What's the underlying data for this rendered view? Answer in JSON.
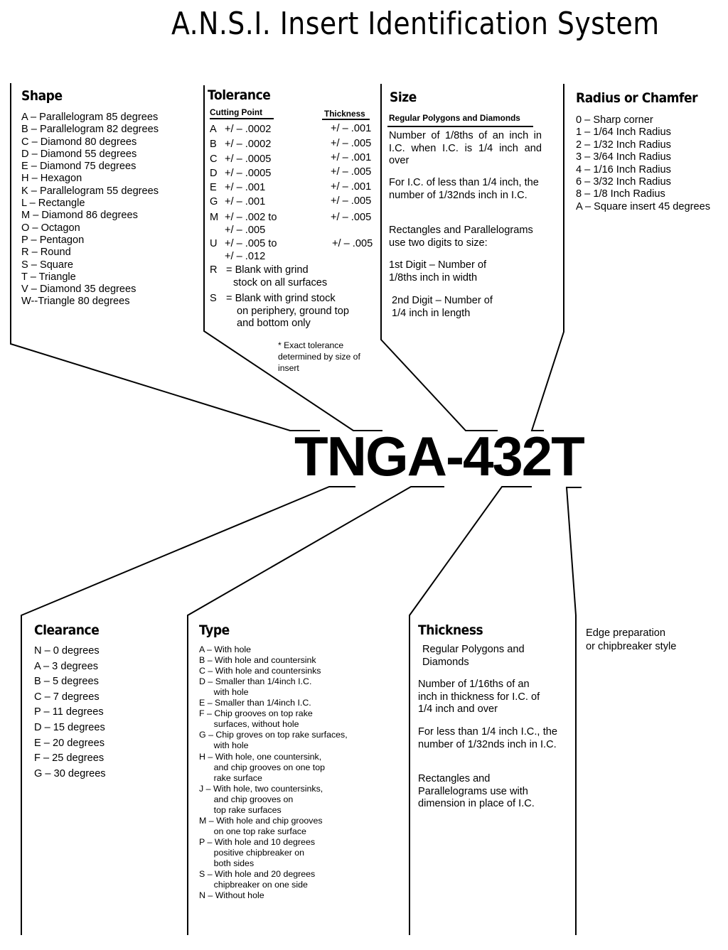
{
  "title": "A.N.S.I. Insert Identification System",
  "code": "TNGA-432T",
  "shape": {
    "header": "Shape",
    "items": [
      "A – Parallelogram 85 degrees",
      "B – Parallelogram 82 degrees",
      "C – Diamond 80 degrees",
      "D – Diamond 55 degrees",
      "E – Diamond 75 degrees",
      "H – Hexagon",
      "K – Parallelogram 55 degrees",
      "L – Rectangle",
      "M – Diamond 86 degrees",
      "O – Octagon",
      "P – Pentagon",
      "R – Round",
      "S – Square",
      "T – Triangle",
      "V – Diamond 35 degrees",
      "W--Triangle  80  degrees"
    ]
  },
  "tolerance": {
    "header": "Tolerance",
    "col1_label": "Cutting Point",
    "col2_label": "Thickness",
    "rows": [
      {
        "letter": "A",
        "cut": "+/ – .0002",
        "thick": "+/ – .001"
      },
      {
        "letter": "B",
        "cut": "+/ – .0002",
        "thick": "+/ – .005"
      },
      {
        "letter": "C",
        "cut": "+/ – .0005",
        "thick": "+/ – .001"
      },
      {
        "letter": "D",
        "cut": "+/ – .0005",
        "thick": "+/ – .005"
      },
      {
        "letter": "E",
        "cut": "+/ – .001",
        "thick": "+/ – .001"
      },
      {
        "letter": "G",
        "cut": "+/ – .001",
        "thick": "+/ – .005"
      },
      {
        "letter": "M",
        "cut": "+/ – .002 to",
        "cut2": "+/ – .005",
        "thick": "+/ – .005"
      },
      {
        "letter": "U",
        "cut": "+/ – .005 to",
        "cut2": "+/ – .012",
        "thick": "+/ – .005"
      }
    ],
    "r_letter": "R",
    "r_line1": "= Blank with grind",
    "r_line2": "stock on all surfaces",
    "s_letter": "S",
    "s_line1": "= Blank with grind stock",
    "s_line2": "on periphery, ground top",
    "s_line3": "and bottom only",
    "note_line1": "* Exact tolerance",
    "note_line2": "determined by size of",
    "note_line3": "insert"
  },
  "size": {
    "header": "Size",
    "sub": "Regular Polygons and Diamonds",
    "p1": "Number of 1/8ths of an inch in I.C. when I.C. is 1/4 inch and over",
    "p2": "For I.C. of less than 1/4 inch, the number of 1/32nds inch in I.C.",
    "p3": "Rectangles and Parallelograms use two digits to size:",
    "p4": "1st Digit – Number of 1/8ths inch in width",
    "p5": "2nd Digit – Number of 1/4 inch in length"
  },
  "radius": {
    "header": "Radius or Chamfer",
    "items": [
      "0 – Sharp corner",
      "1 – 1/64 Inch Radius",
      "2 – 1/32 Inch Radius",
      "3 – 3/64 Inch Radius",
      "4 – 1/16 Inch Radius",
      "6 – 3/32 Inch Radius",
      "8 – 1/8 Inch Radius",
      "A – Square insert 45 degrees"
    ]
  },
  "clearance": {
    "header": "Clearance",
    "items": [
      "N – 0 degrees",
      "A – 3 degrees",
      "B – 5 degrees",
      "C – 7 degrees",
      "P – 11 degrees",
      "D – 15 degrees",
      "E – 20 degrees",
      "F – 25 degrees",
      "G – 30 degrees"
    ]
  },
  "type": {
    "header": "Type",
    "lines": [
      "A – With hole",
      "B – With hole and countersink",
      "C – With hole and countersinks",
      "D – Smaller than 1/4inch I.C.",
      "      with hole",
      "E – Smaller than 1/4inch I.C.",
      "F – Chip grooves on top rake",
      "      surfaces, without hole",
      "G – Chip groves on top rake surfaces,",
      "      with hole",
      "H – With hole, one countersink,",
      "      and chip grooves on one top",
      "      rake surface",
      "J – With hole, two countersinks,",
      "      and chip grooves on",
      "      top rake surfaces",
      "M – With hole and chip grooves",
      "      on one top rake surface",
      "P – With hole and 10 degrees",
      "      positive chipbreaker on",
      "      both sides",
      "S – With hole and 20 degrees",
      "      chipbreaker on one side",
      "N – Without hole"
    ]
  },
  "thickness": {
    "header": "Thickness",
    "sub": "Regular Polygons and Diamonds",
    "p1": "Number of 1/16ths of an inch in thickness for I.C. of 1/4 inch and over",
    "p2": "For less than 1/4 inch I.C., the number of 1/32nds inch in I.C.",
    "p3": "Rectangles and Parallelograms use with dimension in place of I.C."
  },
  "edge": {
    "line1": "Edge preparation",
    "line2": "or chipbreaker style"
  }
}
